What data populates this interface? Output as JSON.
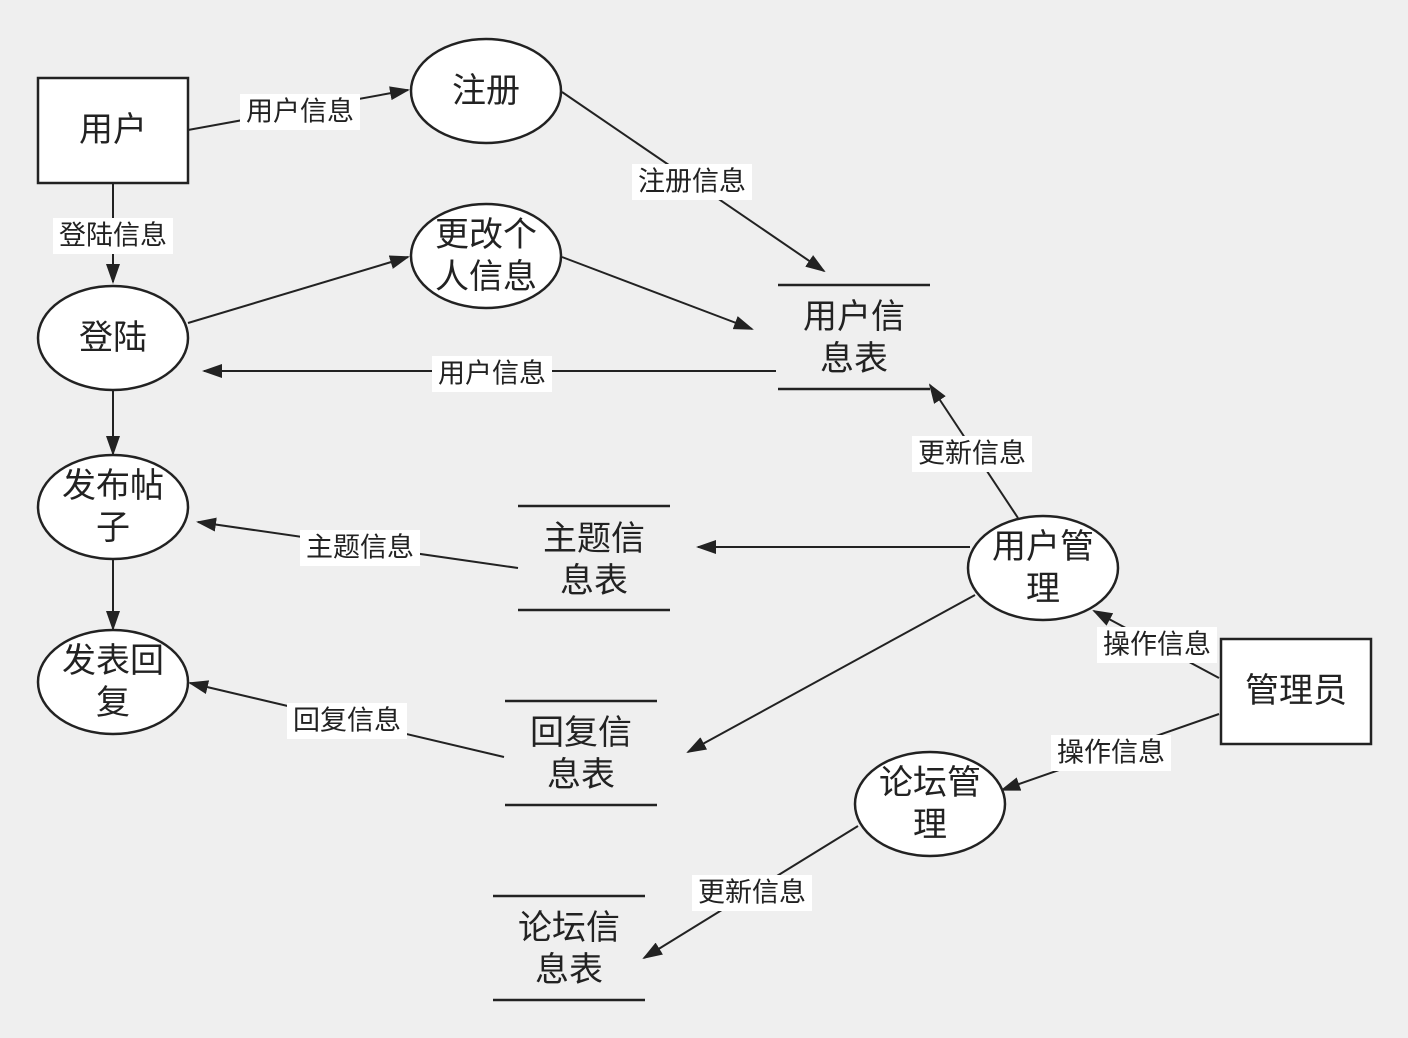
{
  "colors": {
    "background": "#efefef",
    "stroke": "#222222",
    "fill": "#ffffff"
  },
  "entities": {
    "user": "用户",
    "admin": "管理员"
  },
  "processes": {
    "register": [
      "注册"
    ],
    "login": [
      "登陆"
    ],
    "edit_info": [
      "更改个",
      "人信息"
    ],
    "post_topic": [
      "发布帖",
      "子"
    ],
    "post_reply": [
      "发表回",
      "复"
    ],
    "user_mgmt": [
      "用户管",
      "理"
    ],
    "forum_mgmt": [
      "论坛管",
      "理"
    ]
  },
  "stores": {
    "user_table": [
      "用户信",
      "息表"
    ],
    "topic_table": [
      "主题信",
      "息表"
    ],
    "reply_table": [
      "回复信",
      "息表"
    ],
    "forum_table": [
      "论坛信",
      "息表"
    ]
  },
  "flows": {
    "user_to_register": "用户信息",
    "register_to_usertable": "注册信息",
    "user_to_login": "登陆信息",
    "usertable_to_login": "用户信息",
    "usermgmt_to_usertable": "更新信息",
    "topic_to_post": "主题信息",
    "reply_to_post": "回复信息",
    "admin_to_usermgmt": "操作信息",
    "admin_to_forummgmt": "操作信息",
    "forummgmt_to_forumtable": "更新信息"
  }
}
